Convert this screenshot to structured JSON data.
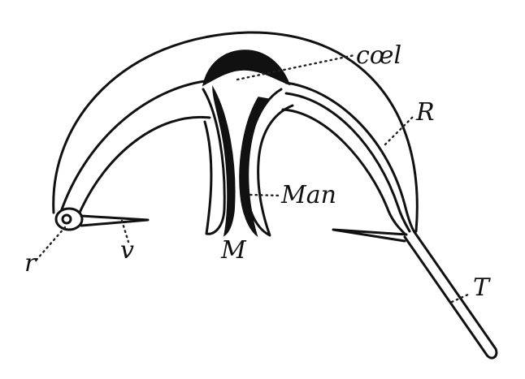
{
  "diagram": {
    "labels": {
      "coel": "cœl",
      "R": "R",
      "Man": "Man",
      "M": "M",
      "T": "T",
      "r": "r",
      "v": "v"
    }
  }
}
